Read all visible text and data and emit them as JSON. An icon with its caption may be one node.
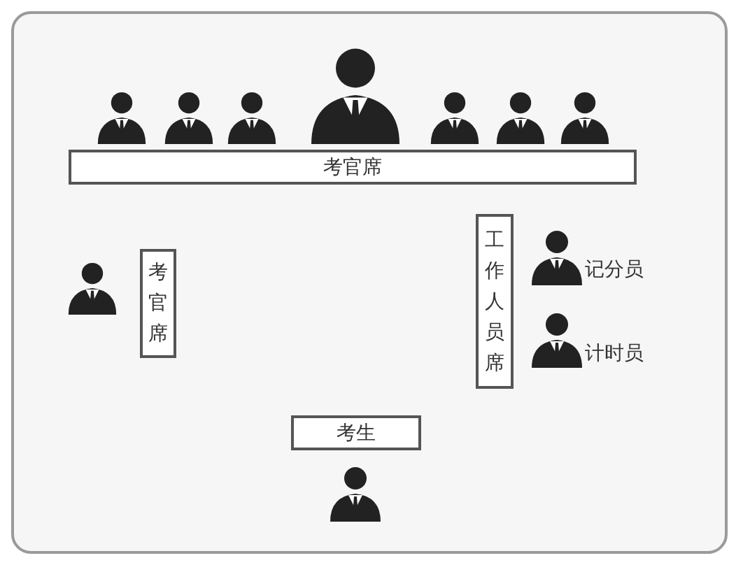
{
  "diagram": {
    "nodes": [
      {
        "text": [
          "考官席"
        ]
      },
      {
        "text": [
          "考官席"
        ]
      },
      {
        "text": [
          "工作人员席"
        ]
      },
      {
        "text": [
          "考生"
        ]
      }
    ],
    "labels": [
      "记分员",
      "计时员"
    ]
  }
}
